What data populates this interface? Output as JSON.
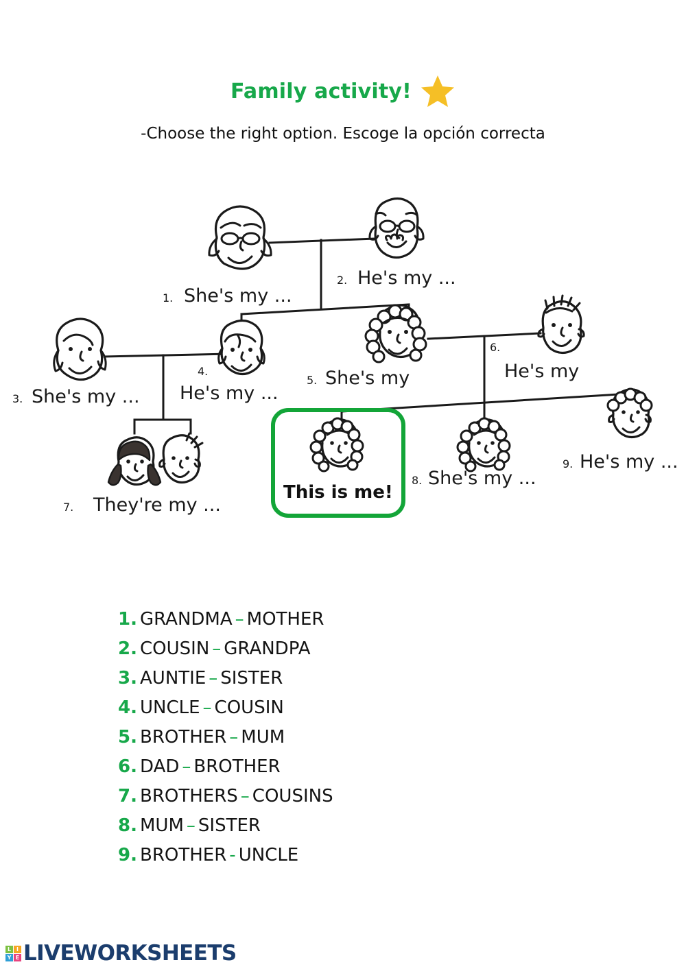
{
  "header": {
    "title": "Family activity!",
    "star_icon": "star-icon",
    "instructions": "-Choose the right option.  Escoge la opción correcta",
    "title_color": "#17a84a",
    "star_color": "#f5bf26"
  },
  "tree": {
    "me_box_label": "This is me!",
    "me_box_color": "#13a538",
    "nodes": [
      {
        "id": "grandma",
        "icon": "woman-with-glasses-face-icon",
        "number": "1.",
        "prompt": "She's my ..."
      },
      {
        "id": "grandpa",
        "icon": "bald-man-with-glasses-face-icon",
        "number": "2.",
        "prompt": "He's my ..."
      },
      {
        "id": "auntie",
        "icon": "woman-face-icon",
        "number": "3.",
        "prompt": "She's my ..."
      },
      {
        "id": "uncle",
        "icon": "man-face-icon",
        "number": "4.",
        "prompt": "He's my ..."
      },
      {
        "id": "mum",
        "icon": "curly-hair-woman-face-icon",
        "number": "5.",
        "prompt": "She's my"
      },
      {
        "id": "dad",
        "icon": "spiky-hair-man-face-icon",
        "number": "6.",
        "prompt": "He's my"
      },
      {
        "id": "cousins",
        "icon": "two-children-faces-icon",
        "number": "7.",
        "prompt": "They're my ..."
      },
      {
        "id": "sister",
        "icon": "curly-hair-girl-face-icon",
        "number": "8.",
        "prompt": "She's my ..."
      },
      {
        "id": "brother",
        "icon": "boy-face-icon",
        "number": "9.",
        "prompt": "He's my ..."
      }
    ]
  },
  "options": [
    {
      "num": "1.",
      "left": "GRANDMA",
      "dash": "–",
      "right": "MOTHER"
    },
    {
      "num": "2.",
      "left": "COUSIN",
      "dash": "–",
      "right": "GRANDPA"
    },
    {
      "num": "3.",
      "left": "AUNTIE",
      "dash": "–",
      "right": "SISTER"
    },
    {
      "num": "4.",
      "left": "UNCLE",
      "dash": "–",
      "right": "COUSIN"
    },
    {
      "num": "5.",
      "left": "BROTHER",
      "dash": "–",
      "right": "MUM"
    },
    {
      "num": "6.",
      "left": "DAD",
      "dash": "–",
      "right": "BROTHER"
    },
    {
      "num": "7.",
      "left": "BROTHERS",
      "dash": "–",
      "right": "COUSINS"
    },
    {
      "num": "8.",
      "left": "MUM",
      "dash": "–",
      "right": "SISTER"
    },
    {
      "num": "9.",
      "left": "BROTHER",
      "dash": "-",
      "right": "UNCLE"
    }
  ],
  "footer": {
    "brand": "LIVEWORKSHEETS",
    "logo_letters": [
      "L",
      "I",
      "Y",
      "E"
    ],
    "brand_color": "#1b3d6d"
  }
}
